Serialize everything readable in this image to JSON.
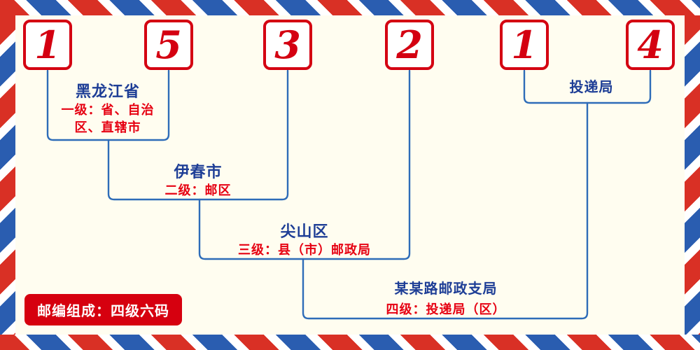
{
  "diagram": {
    "title_semantic": "China postal code structure diagram",
    "postal_code_digits": [
      "1",
      "5",
      "3",
      "2",
      "1",
      "4"
    ],
    "levels": [
      {
        "place": "黑龙江省",
        "level_desc": "一级：省、自治区、直辖市"
      },
      {
        "place": "伊春市",
        "level_desc": "二级：邮区"
      },
      {
        "place": "尖山区",
        "level_desc": "三级：县（市）邮政局"
      },
      {
        "place": "某某路邮政支局",
        "level_desc": "四级：投递局（区）"
      }
    ],
    "delivery_office_label": "投递局",
    "badge_text": "邮编组成：四级六码"
  },
  "colors": {
    "digit_red": "#d40011",
    "desc_red": "#e60012",
    "place_blue": "#1e3e96",
    "line_blue": "#2e6cb8",
    "border_red": "#d93025",
    "border_blue": "#2a5db0",
    "background": "#fffdf0",
    "badge_red": "#d6000f"
  }
}
